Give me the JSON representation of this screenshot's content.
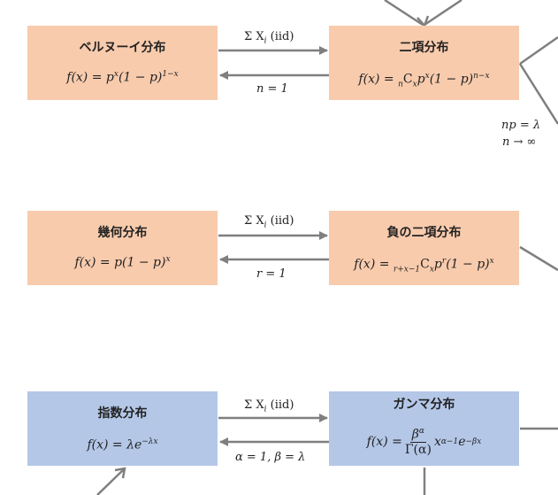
{
  "nodes": {
    "bernoulli": {
      "title": "ベルヌーイ分布",
      "formula_lhs": "f(x) = p",
      "formula_exp1": "x",
      "formula_mid": "(1 − p)",
      "formula_exp2": "1−x"
    },
    "binomial": {
      "title": "二項分布",
      "formula_lhs": "f(x) = ",
      "formula_sub": "n",
      "formula_c": "C",
      "formula_sub2": "x",
      "formula_p": "p",
      "formula_exp1": "x",
      "formula_mid": "(1 − p)",
      "formula_exp2": "n−x"
    },
    "geometric": {
      "title": "幾何分布",
      "formula_lhs": "f(x) = p(1 − p)",
      "formula_exp": "x"
    },
    "negbinomial": {
      "title": "負の二項分布",
      "formula_lhs": "f(x) = ",
      "formula_sub": "r+x−1",
      "formula_c": "C",
      "formula_sub2": "x",
      "formula_p": "p",
      "formula_exp1": "r",
      "formula_mid": "(1 − p)",
      "formula_exp2": "x"
    },
    "exponential": {
      "title": "指数分布",
      "formula_lhs": "f(x) = λe",
      "formula_exp": "−λx"
    },
    "gamma": {
      "title": "ガンマ分布",
      "formula_lhs": "f(x) = ",
      "formula_num": "β",
      "formula_num_exp": "α",
      "formula_den": "Γ(α)",
      "formula_x": "x",
      "formula_exp1": "α−1",
      "formula_e": "e",
      "formula_exp2": "−βx"
    }
  },
  "edges": {
    "sum_label_1": "Σ X",
    "sum_sub_1": "i",
    "sum_iid_1": " (iid)",
    "back_label_1": "n = 1",
    "sum_label_2": "Σ X",
    "sum_sub_2": "i",
    "sum_iid_2": " (iid)",
    "back_label_2": "r = 1",
    "sum_label_3": "Σ X",
    "sum_sub_3": "i",
    "sum_iid_3": " (iid)",
    "back_label_3": "α = 1, β = λ",
    "side_label_1": "np = λ",
    "side_label_2": "n → ∞"
  },
  "colors": {
    "discrete": "#f8cbad",
    "continuous": "#b4c7e7",
    "arrow": "#7f7f7f"
  }
}
